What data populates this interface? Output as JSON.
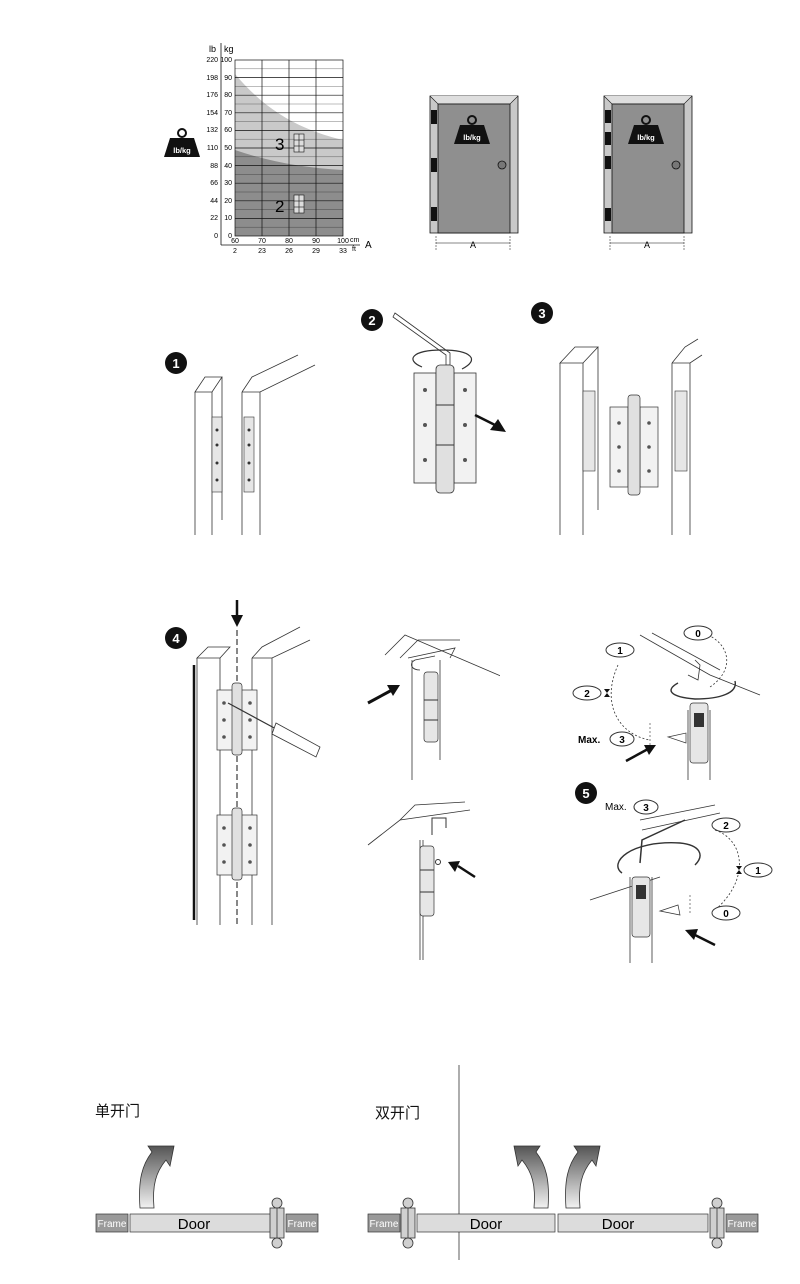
{
  "weight_chart": {
    "lb_header": "lb",
    "kg_header": "kg",
    "lb_ticks": [
      "220",
      "198",
      "176",
      "154",
      "132",
      "110",
      "88",
      "66",
      "44",
      "22",
      "0"
    ],
    "kg_ticks": [
      "100",
      "90",
      "80",
      "70",
      "60",
      "50",
      "40",
      "30",
      "20",
      "10",
      "0"
    ],
    "cm_ticks": [
      "60",
      "70",
      "80",
      "90",
      "100"
    ],
    "ft_ticks": [
      "2",
      "23",
      "26",
      "29",
      "33"
    ],
    "cm_unit": "cm",
    "ft_unit": "ft",
    "axis_letter": "A",
    "zone_upper_number": "3",
    "zone_lower_number": "2",
    "weight_icon_label": "lb/kg",
    "colors": {
      "upper_zone": "#c9c9c9",
      "lower_zone": "#8d8d8d",
      "grid": "#111111"
    }
  },
  "door_figures": {
    "weight_label_1": "lb/kg",
    "weight_label_2": "lb/kg",
    "dimension_label_1": "A",
    "dimension_label_2": "A",
    "door_color": "#8f8f8f",
    "frame_color": "#c8c8c8"
  },
  "steps": {
    "step1": "1",
    "step2": "2",
    "step3": "3",
    "step4": "4",
    "step5": "5"
  },
  "adjustment": {
    "top_pos_0": "0",
    "top_pos_1": "1",
    "top_pos_2": "2",
    "top_max_prefix": "Max.",
    "top_max_num": "3",
    "bottom_pos_0": "0",
    "bottom_pos_1": "1",
    "bottom_pos_2": "2",
    "bottom_max_prefix": "Max.",
    "bottom_max_num": "3"
  },
  "door_plans": {
    "single_title": "单开门",
    "double_title": "双开门",
    "single_frame_left": "Frame",
    "single_door": "Door",
    "single_frame_right": "Frame",
    "double_frame_left": "Frame",
    "double_door_left": "Door",
    "double_door_right": "Door",
    "double_frame_right": "Frame"
  }
}
